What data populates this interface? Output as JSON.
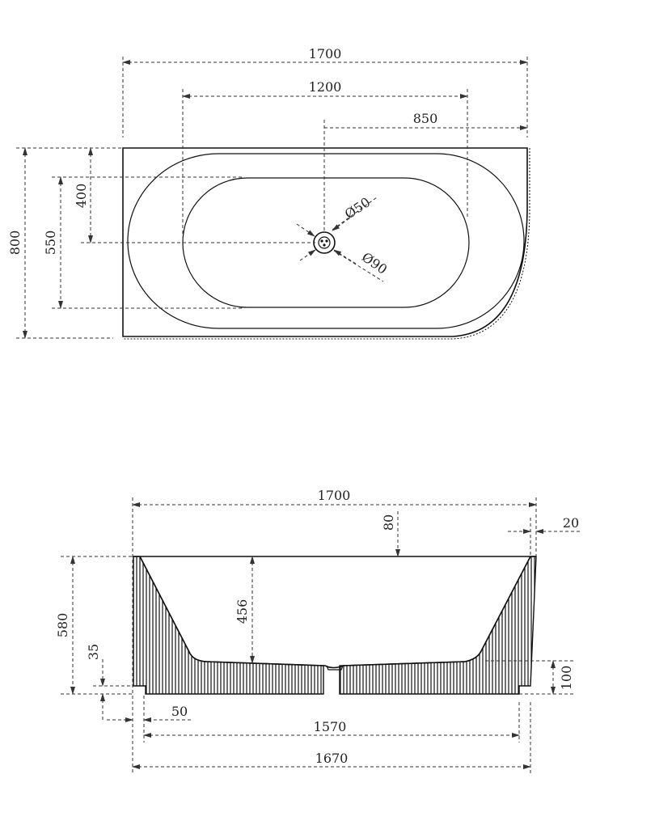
{
  "top_view": {
    "overall_length": "1700",
    "inner_length": "1200",
    "drain_offset": "850",
    "overall_width": "800",
    "inner_width": "550",
    "drain_side_offset": "400",
    "drain_diameter_small": "Ø50",
    "drain_diameter_large": "Ø90"
  },
  "side_view": {
    "overall_length": "1700",
    "rim_offset": "80",
    "wall_offset": "20",
    "overall_height": "580",
    "inner_depth": "456",
    "plinth_height": "35",
    "base_height": "100",
    "plinth_inset": "50",
    "base_length": "1570",
    "bottom_length": "1670"
  },
  "colors": {
    "line": "#111111",
    "dimension": "#333333",
    "background": "#ffffff"
  }
}
